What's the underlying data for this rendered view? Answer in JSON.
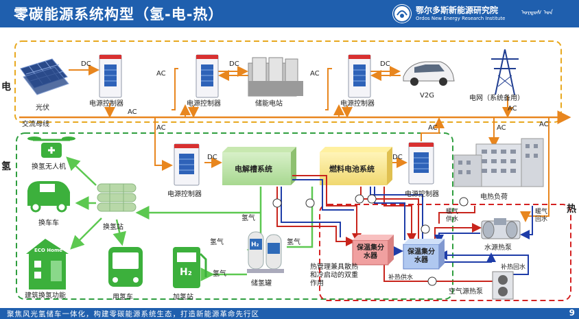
{
  "header": {
    "title": "零碳能源系统构型（氢-电-热）",
    "institute_cn": "鄂尔多斯新能源研究院",
    "institute_en": "Ordos New Energy Research Institute",
    "institute_mn": "ᠣᠷᠳᠣᠰ ᠤᠨ"
  },
  "sections": {
    "electric": "电",
    "hydrogen": "氢",
    "heat": "热"
  },
  "electric_labels": {
    "pv": "光伏",
    "controller_1": "电源控制器",
    "controller_2": "电源控制器",
    "battery": "储能电站",
    "controller_3": "电源控制器",
    "v2g": "V2G",
    "grid": "电网（系统备用）",
    "bus": "交流母线",
    "dc_1": "DC",
    "dc_2": "DC",
    "dc_3": "DC",
    "ac_1": "AC",
    "ac_2": "AC",
    "ac_3": "AC",
    "ac_4": "AC",
    "ac_5": "AC",
    "ac_6": "AC",
    "ac_7": "AC",
    "ac_8": "AC"
  },
  "hydrogen_labels": {
    "drone": "换氢无人机",
    "car": "换车车",
    "station": "换氢站",
    "building": "建筑换氢功能",
    "bus": "用氢车",
    "refuel": "加氢站",
    "tank": "储氢罐",
    "controller_4": "电源控制器",
    "controller_5": "电源控制器",
    "dc_4": "DC",
    "dc_5": "DC",
    "electrolyzer": "电解槽系统",
    "fuel_cell": "燃料电池系统",
    "gas_1": "氢气",
    "gas_2": "氢气",
    "gas_3": "氢气",
    "gas_4": "氢气",
    "h2_tank": "H₂",
    "h2_pump": "H₂",
    "eco": "ECO Home"
  },
  "heat_labels": {
    "load": "电热负荷",
    "mixer_1": "保温集分水器",
    "mixer_2": "保温集分水器",
    "water_pump": "水源热泵",
    "air_pump": "空气源热泵",
    "heating_supply": "暖气供水",
    "heating_return": "暖气回水",
    "sup_return": "补热回水",
    "sup_supply": "补热供水",
    "thermal": "热管理兼具散热和冷启动的双重作用"
  },
  "footer": {
    "slogan": "聚焦风光氢储车一体化，构建零碳能源系统生态，打造新能源革命先行区",
    "page": "9"
  },
  "colors": {
    "header": "#1f5fae",
    "ac_line": "#e8861e",
    "h2_line": "#5cc850",
    "hot_line": "#c8241c",
    "cold_line": "#1e3ca8",
    "electric_border": "#e8a81e",
    "hydrogen_border": "#2e9e3e",
    "heat_border": "#d42020"
  }
}
